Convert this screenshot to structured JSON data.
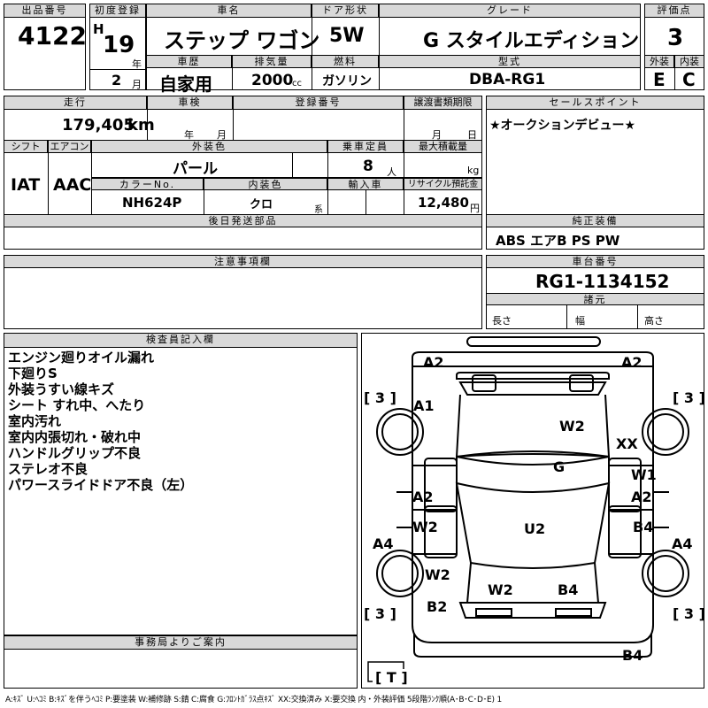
{
  "header": {
    "lot_label": "出品番号",
    "lot_number": "4122",
    "first_reg_label": "初度登録",
    "era": "H",
    "year": "19",
    "year_unit": "年",
    "month": "2",
    "month_unit": "月",
    "car_name_label": "車名",
    "car_name": "ステップ ワゴン",
    "history_label": "車歴",
    "history": "自家用",
    "displacement_label": "排気量",
    "displacement": "2000",
    "displacement_unit": "cc",
    "door_label": "ドア形状",
    "door": "5W",
    "fuel_label": "燃料",
    "fuel": "ガソリン",
    "grade_label": "グレード",
    "grade": "G スタイルエディション",
    "model_label": "型式",
    "model": "DBA-RG1",
    "score_label": "評価点",
    "score": "3",
    "exterior_label": "外装",
    "interior_label": "内装",
    "exterior": "E",
    "interior": "C"
  },
  "details": {
    "mileage_label": "走行",
    "mileage": "179,405",
    "mileage_unit": "km",
    "inspection_label": "車検",
    "inspection_year_unit": "年",
    "inspection_month_unit": "月",
    "reg_no_label": "登録番号",
    "transfer_label": "譲渡書類期限",
    "transfer_month_unit": "月",
    "transfer_day_unit": "日",
    "shift_label": "シフト",
    "shift": "IAT",
    "ac_label": "エアコン",
    "ac": "AAC",
    "ext_color_label": "外装色",
    "ext_color": "パール",
    "capacity_label": "乗車定員",
    "capacity": "8",
    "capacity_unit": "人",
    "max_load_label": "最大積載量",
    "max_load_unit": "kg",
    "color_no_label": "カラーNo.",
    "color_no": "NH624P",
    "int_color_label": "内装色",
    "int_color": "クロ",
    "int_color_unit": "系",
    "import_label": "輸入車",
    "recycle_label": "リサイクル預託金",
    "recycle": "12,480",
    "recycle_unit": "円",
    "shipping_label": "後日発送部品"
  },
  "sales": {
    "label": "セールスポイント",
    "text": "★オークションデビュー★",
    "equipment_label": "純正装備",
    "equipment": "ABS エアB PS PW"
  },
  "notes_label": "注意事項欄",
  "chassis": {
    "label": "車台番号",
    "number": "RG1-1134152",
    "specs_label": "諸元",
    "length_label": "長さ",
    "width_label": "幅",
    "height_label": "高さ"
  },
  "inspector": {
    "label": "検査員記入欄",
    "lines": [
      "エンジン廻りオイル漏れ",
      "下廻りS",
      "外装うすい線キズ",
      "シート すれ中、へたり",
      "室内汚れ",
      "室内内張切れ・破れ中",
      "ハンドルグリップ不良",
      "ステレオ不良",
      "パワースライドドア不良（左）"
    ]
  },
  "office_label": "事務局よりご案内",
  "diagram": {
    "tires": [
      "3",
      "3",
      "3",
      "3"
    ],
    "spare": "T",
    "marks": {
      "front_bumper_left": "A2",
      "front_bumper_right": "A2",
      "front_fender_left": "A1",
      "hood": "W2",
      "front_fender_right": "XX",
      "windshield": "G",
      "front_door_right_1": "W1",
      "front_door_right_2": "A2",
      "front_door_left": "A2",
      "rear_door_left": "W2",
      "roof": "U2",
      "rear_door_right": "B4",
      "left_sill": "A4",
      "right_sill": "A4",
      "rear_fender_left": "W2",
      "rear_left": "B2",
      "trunk_left": "W2",
      "trunk_right": "B4",
      "rear_bumper": "B4"
    }
  },
  "legend": "A:ｷｽﾞ U:ﾍｺﾐ B:ｷｽﾞを伴うﾍｺﾐ P:要塗装 W:補修跡 S:錆 C:腐食 G:ﾌﾛﾝﾄｶﾞﾗｽ点ｷｽﾞ XX:交換済み X:要交換 内・外装評価 5段階ﾗﾝｸ順(A･B･C･D･E) 1"
}
